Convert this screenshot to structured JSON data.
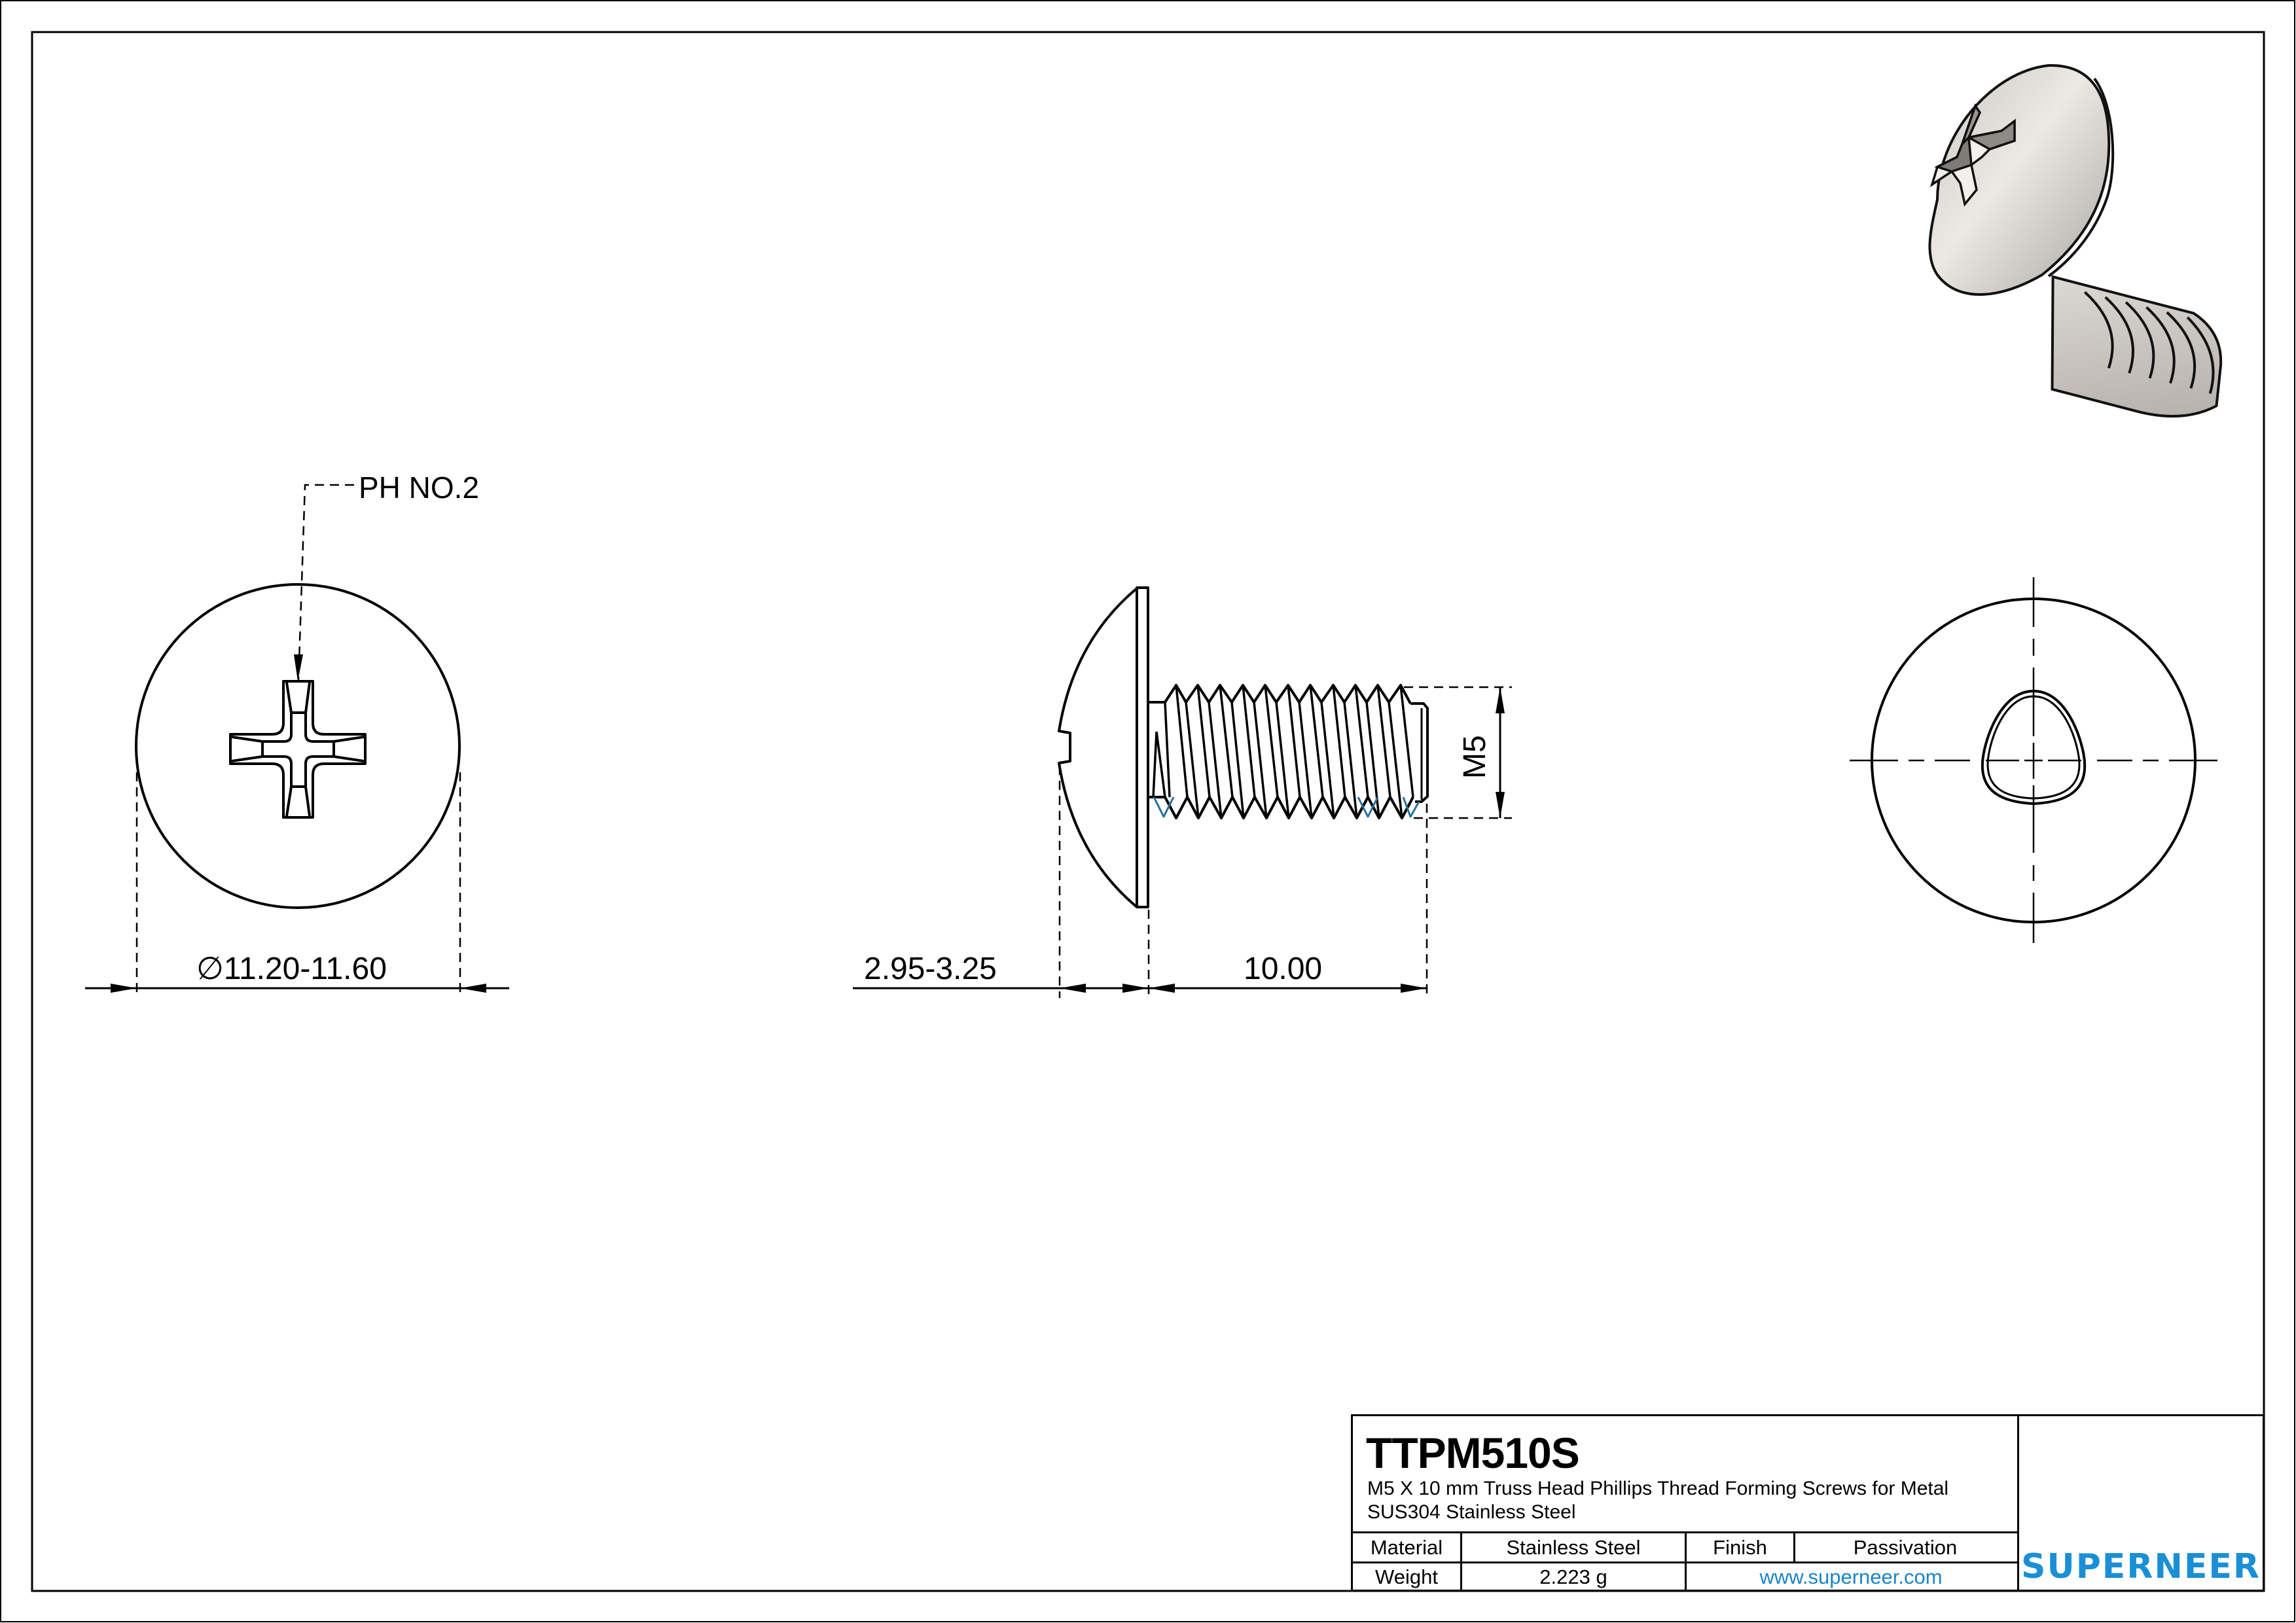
{
  "sheet": {
    "views": {
      "top_view": {
        "callout": "PH NO.2",
        "diameter_dimension": "∅11.20-11.60"
      },
      "side_view": {
        "head_height_dimension": "2.95-3.25",
        "length_dimension": "10.00",
        "thread_dimension": "M5"
      },
      "end_view": {},
      "isometric_view": {}
    }
  },
  "title_block": {
    "part_number": "TTPM510S",
    "description_line1": "M5 X 10 mm Truss Head Phillips Thread Forming Screws for Metal",
    "description_line2": "SUS304 Stainless Steel",
    "rows": [
      {
        "label": "Material",
        "value": "Stainless Steel",
        "label2": "Finish",
        "value2": "Passivation"
      },
      {
        "label": "Weight",
        "value": "2.223 g",
        "link": "www.superneer.com"
      }
    ],
    "logo": {
      "brand": "SUPERNEER",
      "color": "#1a8fd6"
    }
  },
  "colors": {
    "line": "#000000",
    "thread_accent": "#2a6f9a",
    "brand": "#1a8fd6",
    "link": "#1a84c7"
  }
}
